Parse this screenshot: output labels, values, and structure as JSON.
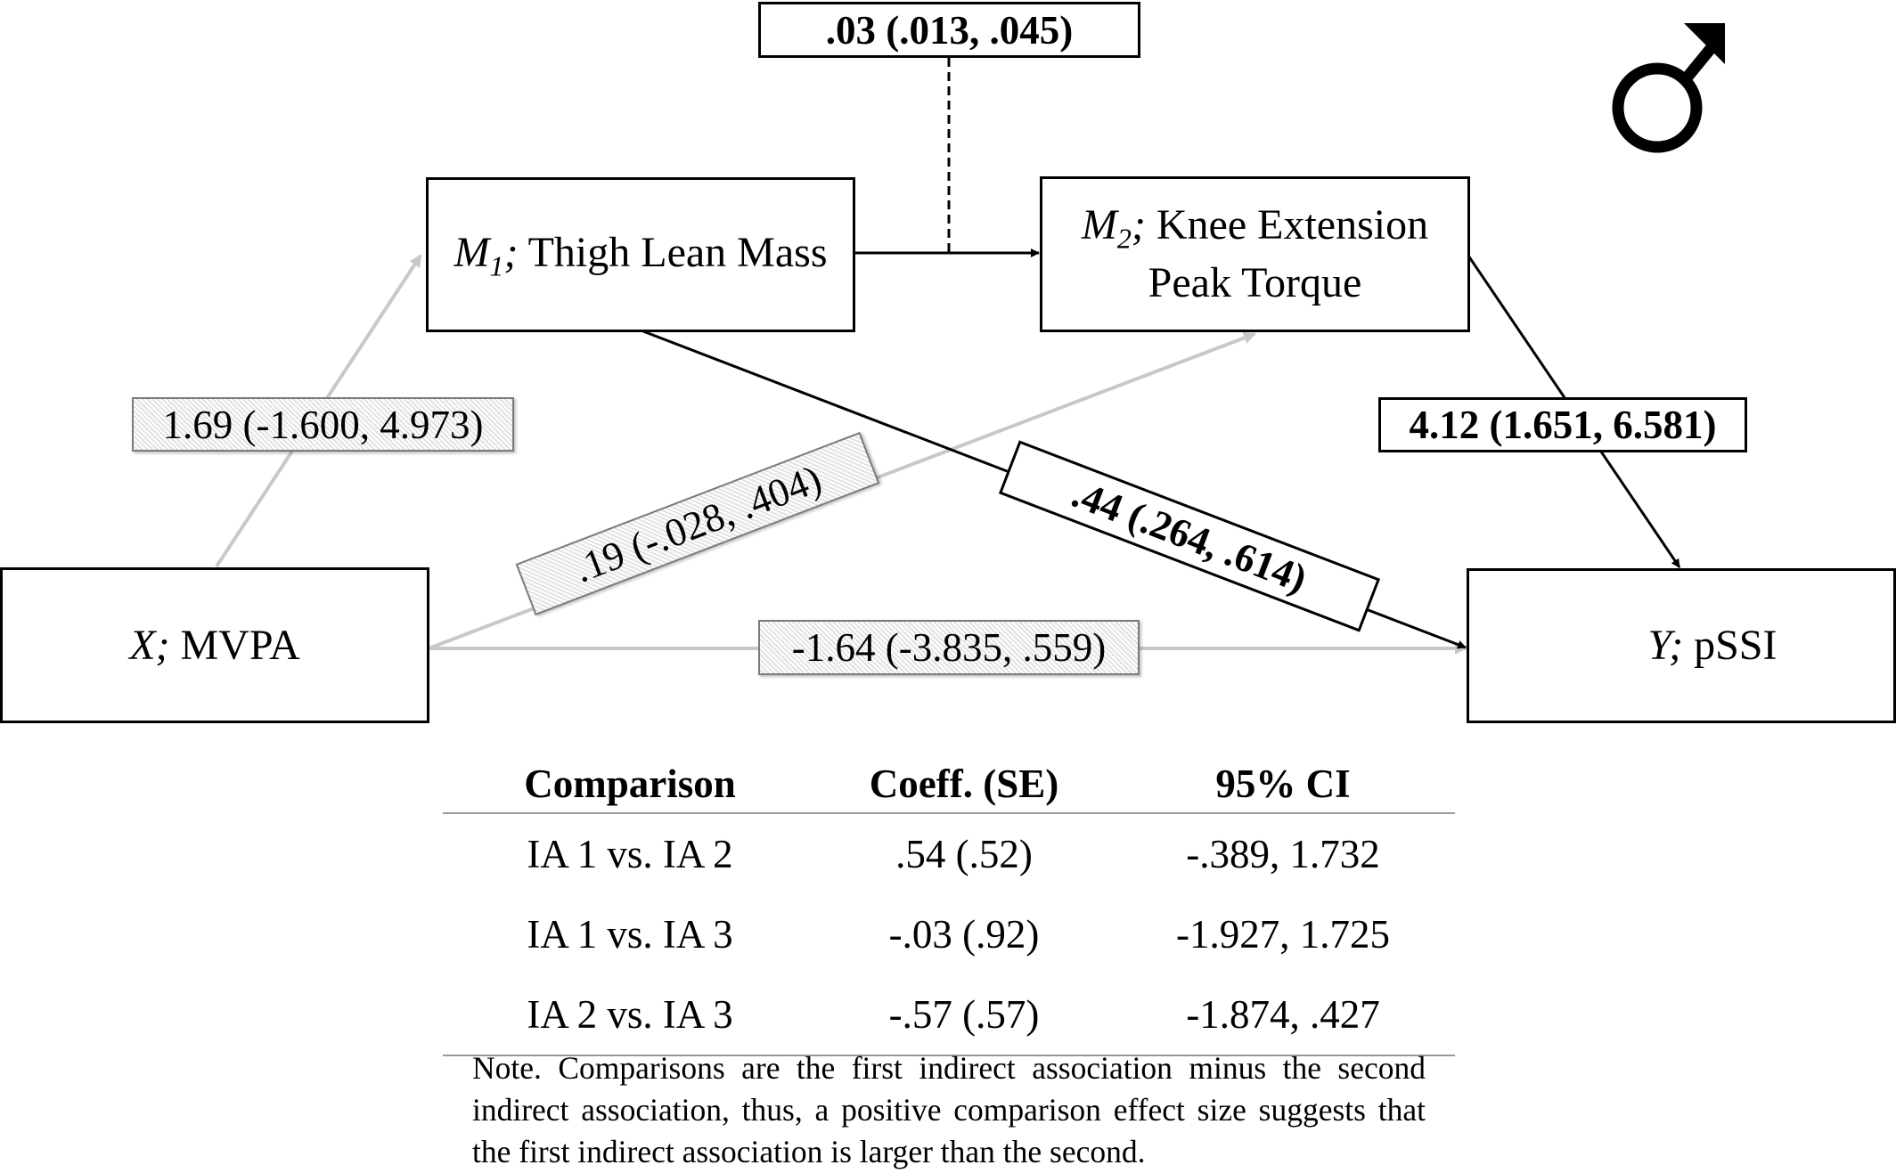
{
  "nodes": {
    "x": {
      "prefix": "X;",
      "label": " MVPA"
    },
    "m1": {
      "prefix": "M",
      "subscript": "1",
      "suffix": ";",
      "label": " Thigh Lean Mass"
    },
    "m2": {
      "prefix": "M",
      "subscript": "2",
      "suffix": ";",
      "label_line1": " Knee Extension",
      "label_line2": "Peak Torque"
    },
    "y": {
      "prefix": "Y;",
      "label": " pSSI"
    }
  },
  "paths": {
    "x_to_m1": {
      "text": "1.69 (-1.600, 4.973)",
      "significant": false
    },
    "x_to_m2": {
      "text": ".19 (-.028, .404)",
      "significant": false
    },
    "x_to_y": {
      "text": "-1.64 (-3.835, .559)",
      "significant": false
    },
    "m1_to_m2": {
      "text": ".03 (.013, .045)",
      "significant": true
    },
    "m1_to_y": {
      "text": ".44 (.264, .614)",
      "significant": true
    },
    "m2_to_y": {
      "text": "4.12 (1.651, 6.581)",
      "significant": true
    }
  },
  "symbol": {
    "name": "male-symbol-icon"
  },
  "colors": {
    "significant_line": "#000000",
    "nonsignificant_line": "#c8c8c8"
  },
  "table": {
    "headers": [
      "Comparison",
      "Coeff. (SE)",
      "95% CI"
    ],
    "rows": [
      [
        "IA 1 vs. IA 2",
        ".54 (.52)",
        "-.389, 1.732"
      ],
      [
        "IA 1 vs. IA 3",
        "-.03 (.92)",
        "-1.927, 1.725"
      ],
      [
        "IA 2 vs. IA 3",
        "-.57 (.57)",
        "-1.874, .427"
      ]
    ]
  },
  "note": "Note. Comparisons are the first indirect association minus the second indirect association, thus, a positive comparison effect size suggests that the first indirect association is larger than the second."
}
